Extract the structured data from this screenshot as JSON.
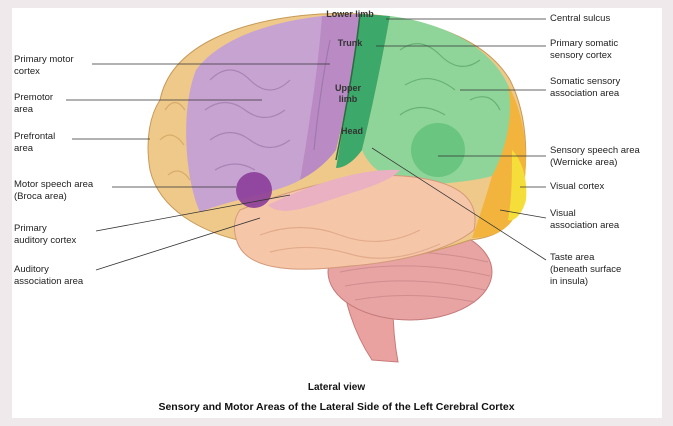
{
  "labels_left": {
    "primary_motor": "Primary motor\ncortex",
    "premotor": "Premotor\narea",
    "prefrontal": "Prefrontal\narea",
    "motor_speech": "Motor speech area\n(Broca area)",
    "primary_auditory": "Primary\nauditory cortex",
    "auditory_assoc": "Auditory\nassociation area"
  },
  "labels_right": {
    "central_sulcus": "Central sulcus",
    "primary_somatic": "Primary somatic\nsensory cortex",
    "somatic_assoc": "Somatic sensory\nassociation area",
    "sensory_speech": "Sensory speech area\n(Wernicke area)",
    "visual_cortex": "Visual cortex",
    "visual_assoc": "Visual\nassociation area",
    "taste": "Taste area\n(beneath surface\nin insula)"
  },
  "labels_on_brain": {
    "lower_limb": "Lower limb",
    "trunk": "Trunk",
    "upper_limb": "Upper\nlimb",
    "head": "Head"
  },
  "caption": {
    "view": "Lateral view",
    "title": "Sensory and Motor Areas of the Lateral Side of the Left Cerebral Cortex"
  },
  "colors": {
    "motor": "#b98ac4",
    "premotor": "#c7a3d2",
    "prefrontal": "#efc98a",
    "sensory": "#3ca86a",
    "somatic_assoc": "#8fd59a",
    "visual_assoc": "#f2b43c",
    "visual_cortex": "#f6de3a",
    "temporal": "#f6c6a8",
    "broca": "#8b3d9a",
    "cerebellum": "#e8a3a3",
    "brainstem": "#eaa2a0"
  }
}
